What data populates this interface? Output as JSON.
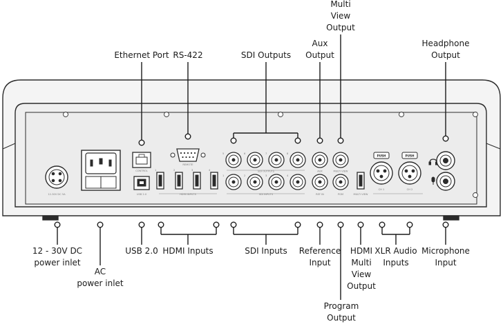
{
  "callouts_top": {
    "multiview_output": [
      "Multi",
      "View",
      "Output"
    ],
    "aux_output": [
      "Aux",
      "Output"
    ],
    "headphone_output": [
      "Headphone",
      "Output"
    ],
    "ethernet_port": "Ethernet Port",
    "rs422": "RS-422",
    "sdi_outputs": "SDI Outputs"
  },
  "callouts_bottom": {
    "dc_power": [
      "12 - 30V DC",
      "power inlet"
    ],
    "ac_power": [
      "AC",
      "power inlet"
    ],
    "usb": "USB 2.0",
    "hdmi_inputs": "HDMI Inputs",
    "sdi_inputs": "SDI Inputs",
    "reference_input": [
      "Reference",
      "Input"
    ],
    "hdmi_multiview_output": [
      "HDMI",
      "Multi",
      "View",
      "Output"
    ],
    "program_output": [
      "Program",
      "Output"
    ],
    "xlr_audio_inputs": [
      "XLR Audio",
      "Inputs"
    ],
    "microphone_input": [
      "Microphone",
      "Input"
    ]
  },
  "panel_print": {
    "dc_rating": "12-30V DC 5A",
    "control": "CONTROL",
    "usb": "USB 2.0",
    "remote": "REMOTE",
    "hdmi_inputs": "HDMI INPUTS",
    "sdi_outputs": "SDI OUTPUTS",
    "sdi_inputs": "SDI INPUTS",
    "aux": "AUX",
    "multiview": "MULTI VIEW",
    "ref_in": "REF IN",
    "pgm": "PGM",
    "push": "PUSH",
    "ch1": "CH 1",
    "ch2": "CH 2",
    "hdmi_numbers": [
      "1",
      "2",
      "3",
      "4"
    ],
    "sdi_out_numbers": [
      "5",
      "6",
      "7",
      "8"
    ],
    "sdi_in_numbers": [
      "1",
      "2",
      "3",
      "4"
    ]
  },
  "colors": {
    "panel_outline": "#2b2b2b",
    "panel_fill": "#f3f3f3",
    "callout_line": "#1a1a1a"
  }
}
